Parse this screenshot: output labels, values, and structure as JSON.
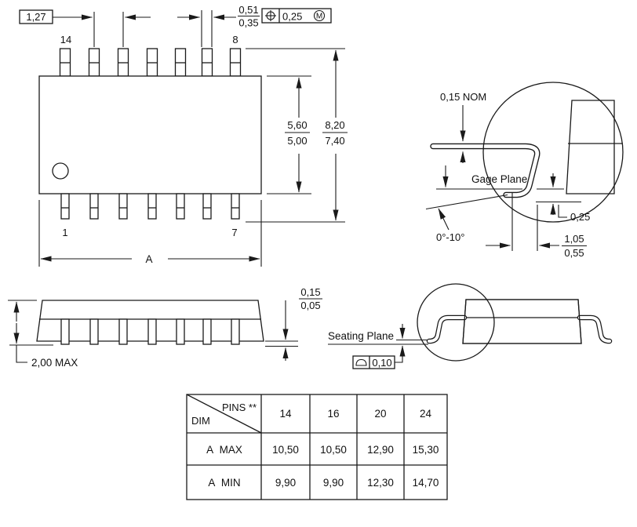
{
  "top_view": {
    "pitch": "1,27",
    "lead_width_max": "0,51",
    "lead_width_min": "0,35",
    "tol_value": "0,25",
    "tol_modifier": "M",
    "pin_top_left": "14",
    "pin_top_right": "8",
    "pin_bottom_left": "1",
    "pin_bottom_right": "7",
    "body_max": "5,60",
    "body_min": "5,00",
    "span_max": "8,20",
    "span_min": "7,40",
    "length_label": "A"
  },
  "side_view": {
    "height": "2,00 MAX",
    "standoff_max": "0,15",
    "standoff_min": "0,05"
  },
  "seating": {
    "label": "Seating Plane",
    "flatness": "0,10"
  },
  "detail": {
    "thickness": "0,15 NOM",
    "gage_label": "Gage Plane",
    "gage_offset": "0,25",
    "angle": "0°-10°",
    "foot_max": "1,05",
    "foot_min": "0,55"
  },
  "table": {
    "corner_top": "PINS **",
    "corner_bottom": "DIM",
    "columns": [
      "14",
      "16",
      "20",
      "24"
    ],
    "rows": [
      {
        "label": "A  MAX",
        "values": [
          "10,50",
          "10,50",
          "12,90",
          "15,30"
        ]
      },
      {
        "label": "A  MIN",
        "values": [
          "9,90",
          "9,90",
          "12,30",
          "14,70"
        ]
      }
    ]
  }
}
